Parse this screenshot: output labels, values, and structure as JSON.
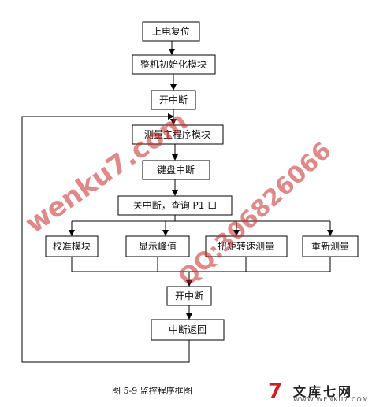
{
  "nodes": {
    "power_on": "上电复位",
    "init_module": "整机初始化模块",
    "open_interrupt_1": "开中断",
    "main_module": "测量主程序模块",
    "keyboard_interrupt": "键盘中断",
    "close_query": "关中断，查询 P1 口",
    "calibration": "校准模块",
    "show_peak": "显示峰值",
    "torque_speed": "扭矩转速测量",
    "remeasure": "重新测量",
    "open_interrupt_2": "开中断",
    "interrupt_return": "中断返回"
  },
  "caption": "图 5-9  监控程序框图",
  "watermarks": {
    "primary": "wenku7.com",
    "secondary": "QQ:306826066"
  },
  "logo": {
    "mark": "7",
    "text": "文库七网",
    "url": "WWW.WENKU7.COM"
  },
  "colors": {
    "box_border": "#000000",
    "line": "#000000",
    "watermark": "#c82828",
    "logo_red": "#cc1f1f"
  }
}
